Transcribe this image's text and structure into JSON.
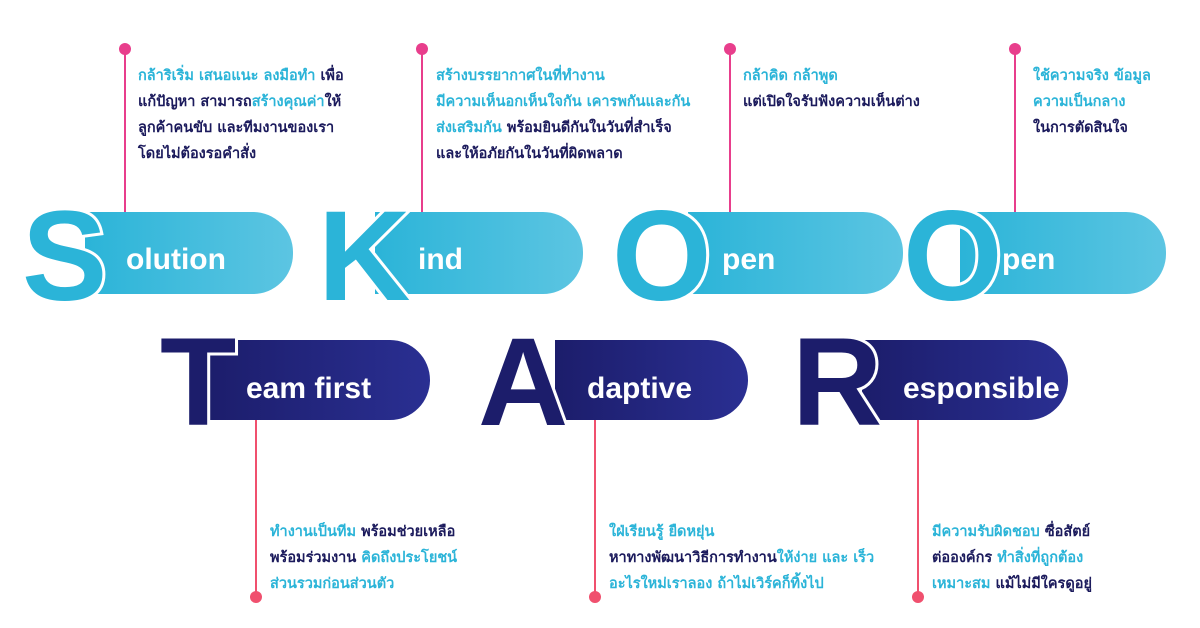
{
  "colors": {
    "cyan": "#2bb4d8",
    "navy": "#1c1d6b",
    "highlight_text": "#2bb4d8",
    "body_text": "#1b1a5c",
    "stem_top": "#e83e8c",
    "stem_bottom": "#f0506e"
  },
  "values": [
    {
      "letter": "S",
      "rest": "olution",
      "description": [
        [
          {
            "t": "กล้าริเริ่ม เสนอแนะ ลงมือทำ",
            "h": true
          },
          {
            "t": " เพื่อ",
            "h": false
          }
        ],
        [
          {
            "t": "แก้ปัญหา สามารถ",
            "h": false
          },
          {
            "t": "สร้างคุณค่า",
            "h": true
          },
          {
            "t": "ให้",
            "h": false
          }
        ],
        [
          {
            "t": "ลูกค้าคนขับ และทีมงานของเรา",
            "h": false
          }
        ],
        [
          {
            "t": "โดยไม่ต้องรอคำสั่ง",
            "h": false
          }
        ]
      ]
    },
    {
      "letter": "K",
      "rest": "ind",
      "description": [
        [
          {
            "t": "สร้างบรรยากาศในที่ทำงาน",
            "h": true
          }
        ],
        [
          {
            "t": "มีความเห็นอกเห็นใจกัน เคารพกันและกัน",
            "h": true
          }
        ],
        [
          {
            "t": "ส่งเสริมกัน",
            "h": true
          },
          {
            "t": " พร้อมยินดีกันในวันที่สำเร็จ",
            "h": false
          }
        ],
        [
          {
            "t": "และให้อภัยกันในวันที่ผิดพลาด",
            "h": false
          }
        ]
      ]
    },
    {
      "letter": "O",
      "rest": "pen",
      "description": [
        [
          {
            "t": "กล้าคิด กล้าพูด",
            "h": true
          }
        ],
        [
          {
            "t": "แต่เปิดใจรับฟังความเห็นต่าง",
            "h": false
          }
        ]
      ]
    },
    {
      "letter": "O",
      "rest": "pen",
      "description": [
        [
          {
            "t": "ใช้ความจริง ข้อมูล",
            "h": true
          }
        ],
        [
          {
            "t": "ความเป็นกลาง",
            "h": true
          }
        ],
        [
          {
            "t": "ในการตัดสินใจ",
            "h": false
          }
        ]
      ]
    },
    {
      "letter": "T",
      "rest": "eam first",
      "description": [
        [
          {
            "t": "ทำงานเป็นทีม",
            "h": true
          },
          {
            "t": "  พร้อมช่วยเหลือ",
            "h": false
          }
        ],
        [
          {
            "t": "พร้อมร่วมงาน ",
            "h": false
          },
          {
            "t": "คิดถึงประโยชน์",
            "h": true
          }
        ],
        [
          {
            "t": "ส่วนรวมก่อนส่วนตัว",
            "h": true
          }
        ]
      ]
    },
    {
      "letter": "A",
      "rest": "daptive",
      "description": [
        [
          {
            "t": "ใฝ่เรียนรู้ ยืดหยุ่น",
            "h": true
          }
        ],
        [
          {
            "t": "หาทางพัฒนาวิธีการทำงาน",
            "h": false
          },
          {
            "t": "ให้ง่าย และ เร็ว",
            "h": true
          }
        ],
        [
          {
            "t": "อะไรใหม่เราลอง ถ้าไม่เวิร์คก็ทิ้งไป",
            "h": true
          }
        ]
      ]
    },
    {
      "letter": "R",
      "rest": "esponsible",
      "description": [
        [
          {
            "t": "มีความรับผิดชอบ",
            "h": true
          },
          {
            "t": "  ซื่อสัตย์",
            "h": false
          }
        ],
        [
          {
            "t": "ต่อองค์กร ",
            "h": false
          },
          {
            "t": "ทำสิ่งที่ถูกต้อง",
            "h": true
          }
        ],
        [
          {
            "t": "เหมาะสม",
            "h": true
          },
          {
            "t": " แม้ไม่มีใครดูอยู่",
            "h": false
          }
        ]
      ]
    }
  ]
}
